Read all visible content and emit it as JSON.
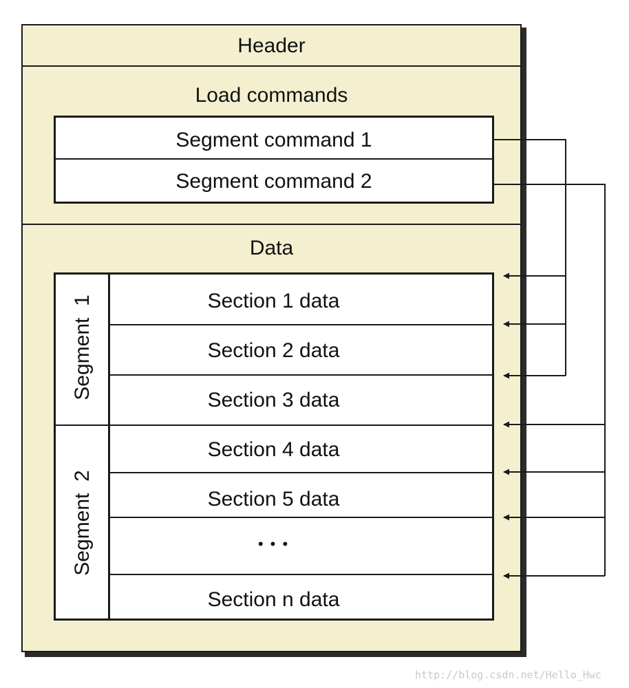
{
  "header": {
    "label": "Header"
  },
  "load_commands": {
    "label": "Load commands",
    "items": [
      "Segment command 1",
      "Segment command 2"
    ]
  },
  "data": {
    "label": "Data",
    "segments": [
      {
        "label": "Segment  1"
      },
      {
        "label": "Segment  2"
      }
    ],
    "sections": [
      "Section 1 data",
      "Section 2 data",
      "Section 3 data",
      "Section 4 data",
      "Section 5 data",
      "• • •",
      "Section n data"
    ]
  },
  "watermark": "http://blog.csdn.net/Hello_Hwc",
  "colors": {
    "panel": "#f4f0cf",
    "line": "#1a1a1a",
    "box": "#ffffff"
  }
}
